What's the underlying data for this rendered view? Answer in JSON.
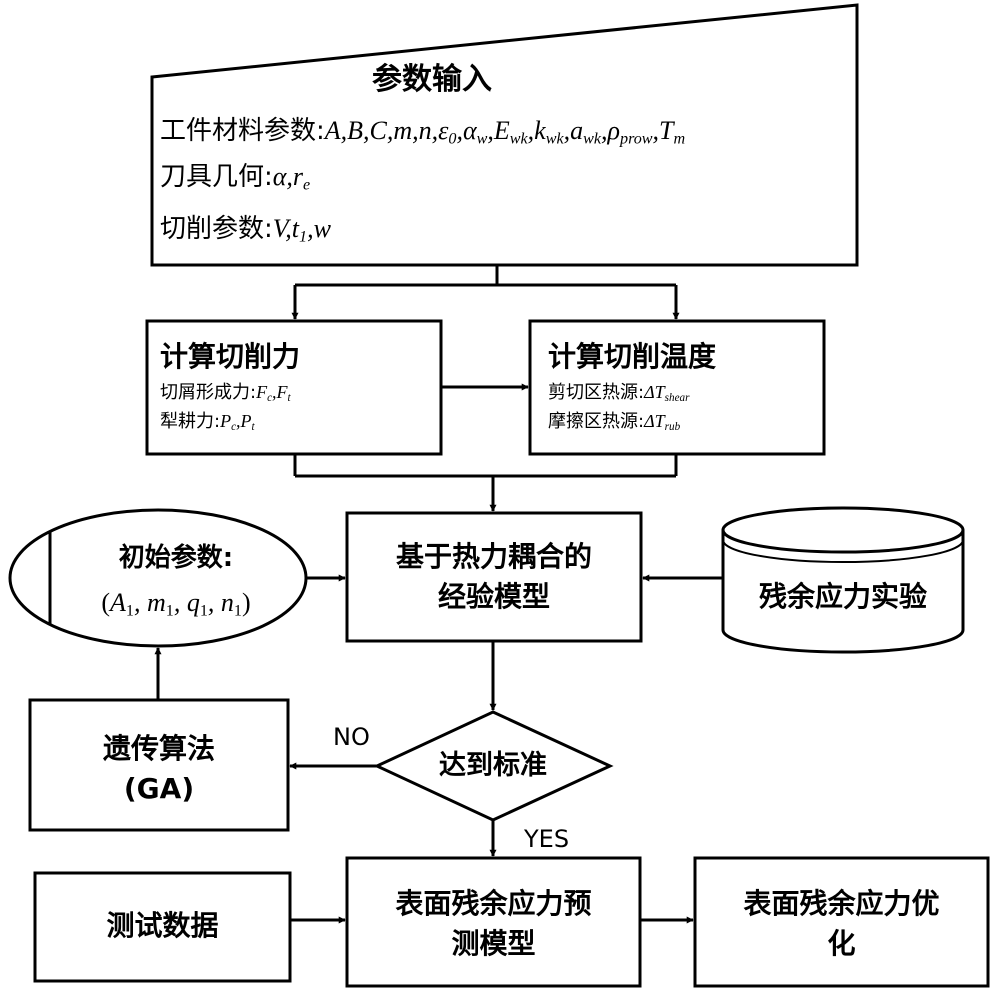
{
  "input_block": {
    "title": "参数输入",
    "material_label": "工件材料参数:",
    "material_params": "A,B,C,m,n,ε",
    "material_params_sub1": "0",
    "material_params_tail1": ",α",
    "material_params_sub2": "w",
    "material_params_tail2": ",E",
    "material_params_sub3": "wk",
    "material_params_tail3": ",k",
    "material_params_sub4": "wk",
    "material_params_tail4": ",a",
    "material_params_sub5": "wk",
    "material_params_tail5": ",ρ",
    "material_params_sub6": "prow",
    "material_params_tail6": ",T",
    "material_params_sub7": "m",
    "tool_label": "刀具几何:",
    "tool_params": "α,r",
    "tool_params_sub": "e",
    "cutting_label": "切削参数:",
    "cutting_params_a": "V,t",
    "cutting_params_sub": "1",
    "cutting_params_b": ",w"
  },
  "force_block": {
    "title": "计算切削力",
    "line1_label": "切屑形成力:",
    "line1_a": "F",
    "line1_sub1": "c",
    "line1_b": ",F",
    "line1_sub2": "t",
    "line2_label": "犁耕力:",
    "line2_a": "P",
    "line2_sub1": "c",
    "line2_b": ",P",
    "line2_sub2": "t"
  },
  "temp_block": {
    "title": "计算切削温度",
    "line1_label": "剪切区热源:",
    "line1_a": "ΔT",
    "line1_sub": "shear",
    "line2_label": "摩擦区热源:",
    "line2_a": "ΔT",
    "line2_sub": "rub"
  },
  "initial_params": {
    "title": "初始参数:",
    "open": "(",
    "p1": "A",
    "p1_sub": "1",
    "p2": ", m",
    "p2_sub": "1",
    "p3": ", q",
    "p3_sub": "1",
    "p4": ", n",
    "p4_sub": "1",
    "close": ")"
  },
  "model_block": {
    "line1": "基于热力耦合的",
    "line2": "经验模型"
  },
  "experiment_block": {
    "label": "残余应力实验"
  },
  "ga_block": {
    "line1": "遗传算法",
    "line2": "(GA)"
  },
  "decision": {
    "label": "达到标准",
    "no_label": "NO",
    "yes_label": "YES"
  },
  "test_data_block": {
    "label": "测试数据"
  },
  "prediction_block": {
    "line1": "表面残余应力预",
    "line2": "测模型"
  },
  "optimization_block": {
    "line1": "表面残余应力优",
    "line2": "化"
  }
}
